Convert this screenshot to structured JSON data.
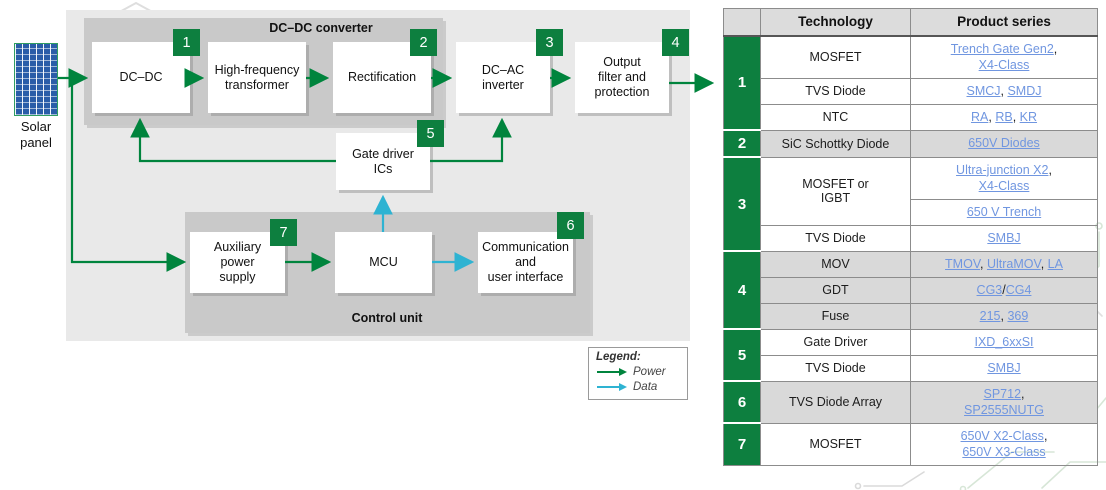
{
  "colors": {
    "brand_green": "#0d7f3f",
    "power_arrow": "#00843d",
    "data_arrow": "#2eb3d2",
    "link_blue": "#7096e0",
    "solar_panel_blue": "#2a5da8"
  },
  "diagram": {
    "solar_panel_label": "Solar\npanel",
    "converter_group_label": "DC–DC converter",
    "control_group_label": "Control unit",
    "blocks": {
      "dc_dc": {
        "label": "DC–DC",
        "badge": "1"
      },
      "hf_transformer": {
        "label": "High-frequency\ntransformer"
      },
      "rectification": {
        "label": "Rectification",
        "badge": "2"
      },
      "dc_ac_inverter": {
        "label": "DC–AC\ninverter",
        "badge": "3"
      },
      "output_filter": {
        "label": "Output\nfilter and\nprotection",
        "badge": "4"
      },
      "gate_driver": {
        "label": "Gate driver\nICs",
        "badge": "5"
      },
      "aux_power": {
        "label": "Auxiliary\npower\nsupply",
        "badge": "7"
      },
      "mcu": {
        "label": "MCU"
      },
      "comm_ui": {
        "label": "Communication\nand\nuser interface",
        "badge": "6"
      }
    },
    "legend": {
      "title": "Legend:",
      "power": "Power",
      "data": "Data"
    }
  },
  "table": {
    "headers": {
      "technology": "Technology",
      "product_series": "Product series"
    },
    "groups": [
      {
        "number": "1",
        "rows": [
          {
            "technology": "MOSFET",
            "products": [
              [
                {
                  "link": "Trench Gate Gen2"
                },
                {
                  "text": ","
                }
              ],
              [
                {
                  "link": "X4-Class"
                }
              ]
            ]
          },
          {
            "technology": "TVS Diode",
            "products": [
              [
                {
                  "link": "SMCJ"
                },
                {
                  "text": ", "
                },
                {
                  "link": "SMDJ"
                }
              ]
            ]
          },
          {
            "technology": "NTC",
            "products": [
              [
                {
                  "link": "RA"
                },
                {
                  "text": ", "
                },
                {
                  "link": "RB"
                },
                {
                  "text": ", "
                },
                {
                  "link": "KR"
                }
              ]
            ]
          }
        ]
      },
      {
        "number": "2",
        "rows": [
          {
            "technology": "SiC Schottky Diode",
            "products": [
              [
                {
                  "link": "650V Diodes"
                }
              ]
            ]
          }
        ]
      },
      {
        "number": "3",
        "rows": [
          {
            "technology": "MOSFET or\nIGBT",
            "tech_rowspan": 2,
            "products": [
              [
                {
                  "link": "Ultra-junction X2"
                },
                {
                  "text": ","
                }
              ],
              [
                {
                  "link": "X4-Class"
                }
              ]
            ]
          },
          {
            "technology": null,
            "products": [
              [
                {
                  "link": "650 V Trench"
                }
              ]
            ]
          },
          {
            "technology": "TVS Diode",
            "products": [
              [
                {
                  "link": "SMBJ"
                }
              ]
            ]
          }
        ]
      },
      {
        "number": "4",
        "rows": [
          {
            "technology": "MOV",
            "products": [
              [
                {
                  "link": "TMOV"
                },
                {
                  "text": ", "
                },
                {
                  "link": "UltraMOV"
                },
                {
                  "text": ", "
                },
                {
                  "link": "LA"
                }
              ]
            ]
          },
          {
            "technology": "GDT",
            "products": [
              [
                {
                  "link": "CG3"
                },
                {
                  "text": "/"
                },
                {
                  "link": "CG4"
                }
              ]
            ]
          },
          {
            "technology": "Fuse",
            "products": [
              [
                {
                  "link": "215"
                },
                {
                  "text": ", "
                },
                {
                  "link": "369"
                }
              ]
            ]
          }
        ]
      },
      {
        "number": "5",
        "rows": [
          {
            "technology": "Gate Driver",
            "products": [
              [
                {
                  "link": "IXD_6xxSI"
                }
              ]
            ]
          },
          {
            "technology": "TVS Diode",
            "products": [
              [
                {
                  "link": "SMBJ"
                }
              ]
            ]
          }
        ]
      },
      {
        "number": "6",
        "rows": [
          {
            "technology": "TVS Diode Array",
            "products": [
              [
                {
                  "link": "SP712"
                },
                {
                  "text": ","
                }
              ],
              [
                {
                  "link": "SP2555NUTG"
                }
              ]
            ]
          }
        ]
      },
      {
        "number": "7",
        "rows": [
          {
            "technology": "MOSFET",
            "products": [
              [
                {
                  "link": "650V X2-Class"
                },
                {
                  "text": ","
                }
              ],
              [
                {
                  "link": "650V X3-Class"
                }
              ]
            ]
          }
        ]
      }
    ]
  }
}
